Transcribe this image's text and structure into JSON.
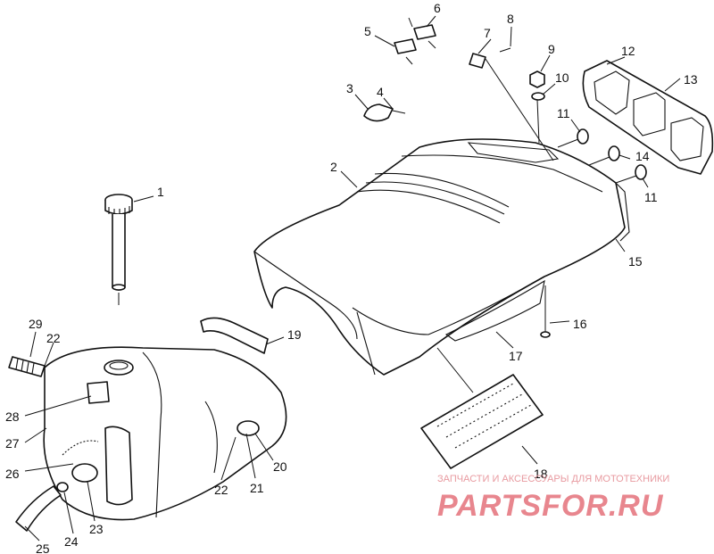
{
  "callouts": [
    {
      "id": "c1",
      "label": "1"
    },
    {
      "id": "c2",
      "label": "2"
    },
    {
      "id": "c3",
      "label": "3"
    },
    {
      "id": "c4",
      "label": "4"
    },
    {
      "id": "c5",
      "label": "5"
    },
    {
      "id": "c6",
      "label": "6"
    },
    {
      "id": "c7",
      "label": "7"
    },
    {
      "id": "c8",
      "label": "8"
    },
    {
      "id": "c9",
      "label": "9"
    },
    {
      "id": "c10",
      "label": "10"
    },
    {
      "id": "c11a",
      "label": "11"
    },
    {
      "id": "c11b",
      "label": "11"
    },
    {
      "id": "c12",
      "label": "12"
    },
    {
      "id": "c13",
      "label": "13"
    },
    {
      "id": "c14",
      "label": "14"
    },
    {
      "id": "c15",
      "label": "15"
    },
    {
      "id": "c16",
      "label": "16"
    },
    {
      "id": "c17",
      "label": "17"
    },
    {
      "id": "c18",
      "label": "18"
    },
    {
      "id": "c19",
      "label": "19"
    },
    {
      "id": "c20",
      "label": "20"
    },
    {
      "id": "c21",
      "label": "21"
    },
    {
      "id": "c22a",
      "label": "22"
    },
    {
      "id": "c22b",
      "label": "22"
    },
    {
      "id": "c23",
      "label": "23"
    },
    {
      "id": "c24",
      "label": "24"
    },
    {
      "id": "c25",
      "label": "25"
    },
    {
      "id": "c26",
      "label": "26"
    },
    {
      "id": "c27",
      "label": "27"
    },
    {
      "id": "c28",
      "label": "28"
    },
    {
      "id": "c29",
      "label": "29"
    }
  ],
  "watermark": {
    "tagline": "ЗАПЧАСТИ И АКСЕССУАРЫ ДЛЯ МОТОТЕХНИКИ",
    "logo": "PARTSFOR.RU",
    "color": "#e8868e"
  }
}
